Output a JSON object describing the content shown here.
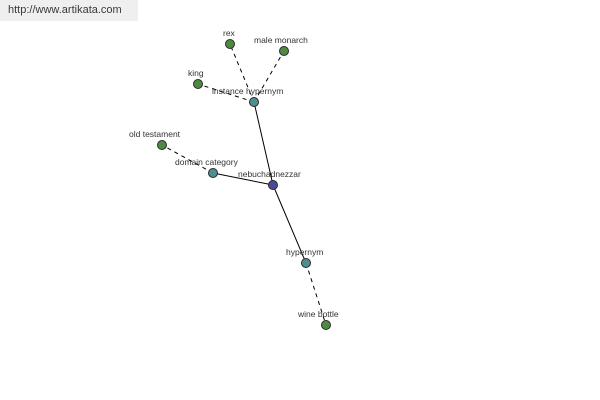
{
  "header": {
    "url_text": "http://www.artikata.com"
  },
  "colors": {
    "central_node": "#4a4a9c",
    "relation_node": "#4e8e8e",
    "leaf_node": "#4f8a42",
    "edge": "#000000"
  },
  "graph": {
    "nodes": [
      {
        "id": "nebuchadnezzar",
        "label": "nebuchadnezzar",
        "kind": "central"
      },
      {
        "id": "instance-hypernym",
        "label": "instance hypernym",
        "kind": "relation"
      },
      {
        "id": "domain-category",
        "label": "domain category",
        "kind": "relation"
      },
      {
        "id": "hypernym",
        "label": "hypernym",
        "kind": "relation"
      },
      {
        "id": "rex",
        "label": "rex",
        "kind": "leaf"
      },
      {
        "id": "male-monarch",
        "label": "male monarch",
        "kind": "leaf"
      },
      {
        "id": "king",
        "label": "king",
        "kind": "leaf"
      },
      {
        "id": "old-testament",
        "label": "old testament",
        "kind": "leaf"
      },
      {
        "id": "wine-bottle",
        "label": "wine bottle",
        "kind": "leaf"
      }
    ],
    "edges": [
      {
        "from": "nebuchadnezzar",
        "to": "instance-hypernym",
        "style": "solid"
      },
      {
        "from": "nebuchadnezzar",
        "to": "domain-category",
        "style": "solid"
      },
      {
        "from": "nebuchadnezzar",
        "to": "hypernym",
        "style": "solid"
      },
      {
        "from": "instance-hypernym",
        "to": "rex",
        "style": "dashed"
      },
      {
        "from": "instance-hypernym",
        "to": "male-monarch",
        "style": "dashed"
      },
      {
        "from": "instance-hypernym",
        "to": "king",
        "style": "dashed"
      },
      {
        "from": "domain-category",
        "to": "old-testament",
        "style": "dashed"
      },
      {
        "from": "hypernym",
        "to": "wine-bottle",
        "style": "dashed"
      }
    ]
  }
}
